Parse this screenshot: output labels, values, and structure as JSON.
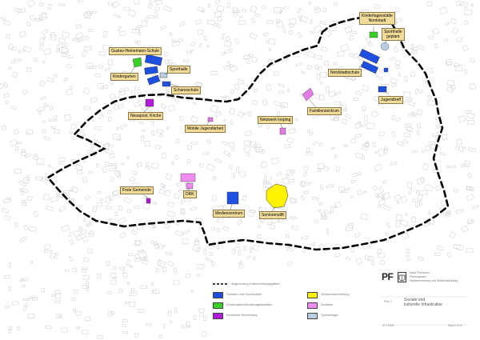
{
  "map": {
    "labels": [
      {
        "id": "kindertagesstaette-nordstadt",
        "lines": [
          "Kindertagesstätte",
          "Nordstadt"
        ]
      },
      {
        "id": "sporthalle-geplant",
        "lines": [
          "Sporthalle",
          "geplant"
        ]
      },
      {
        "id": "gustav-heinemann-schule",
        "lines": [
          "Gustav-Heinemann-Schule"
        ]
      },
      {
        "id": "kindergarten",
        "lines": [
          "Kindergarten"
        ]
      },
      {
        "id": "sporthalle",
        "lines": [
          "Sporthalle"
        ]
      },
      {
        "id": "schanzschule",
        "lines": [
          "Schanzschule"
        ]
      },
      {
        "id": "nordstadtschule",
        "lines": [
          "Nordstadtschule"
        ]
      },
      {
        "id": "jugendtreff",
        "lines": [
          "Jugendtreff"
        ]
      },
      {
        "id": "neuapost-kirche",
        "lines": [
          "Neuapost. Kirche"
        ]
      },
      {
        "id": "mobile-jugendarbeit",
        "lines": [
          "Mobile Jugendarbeit"
        ]
      },
      {
        "id": "netzwerk-looping",
        "lines": [
          "Netzwerk looping"
        ]
      },
      {
        "id": "familienzentrum",
        "lines": [
          "Familienzentrum"
        ]
      },
      {
        "id": "freie-gemeinde",
        "lines": [
          "Freie Gemeinde"
        ]
      },
      {
        "id": "drk",
        "lines": [
          "DRK"
        ]
      },
      {
        "id": "medienzentrum",
        "lines": [
          "Medienzentrum"
        ]
      },
      {
        "id": "seniorenstift",
        "lines": [
          "Seniorenstift"
        ]
      }
    ]
  },
  "legend": {
    "boundary": "Abgrenzung Untersuchungsgebiet",
    "items": [
      {
        "id": "blue",
        "color": "#1f4fe0",
        "text": "Schulen und Hochschule"
      },
      {
        "id": "green",
        "color": "#3ccf2a",
        "text": "Kindergärten/Kindertagesstätten"
      },
      {
        "id": "purple",
        "color": "#b01ad8",
        "text": "Kirchliche Einrichtung"
      },
      {
        "id": "yellow",
        "color": "#fff200",
        "text": "Senioreneinrichtung"
      },
      {
        "id": "pink",
        "color": "#f08cf0",
        "text": "Soziales"
      },
      {
        "id": "lightblue",
        "color": "#b8cde0",
        "text": "Sportanlage"
      }
    ]
  },
  "titleblock": {
    "logo": "PF",
    "org": [
      "Stadt Pforzheim",
      "Planungsamt",
      "Stadterneuerung und Stadtentwicklung"
    ],
    "plan_label": "Plan 2",
    "plan_title": [
      "Soziale und",
      "kulturelle Infrastruktur"
    ],
    "footer_left": "M 1:5000",
    "footer_right": "Stand 2010"
  }
}
